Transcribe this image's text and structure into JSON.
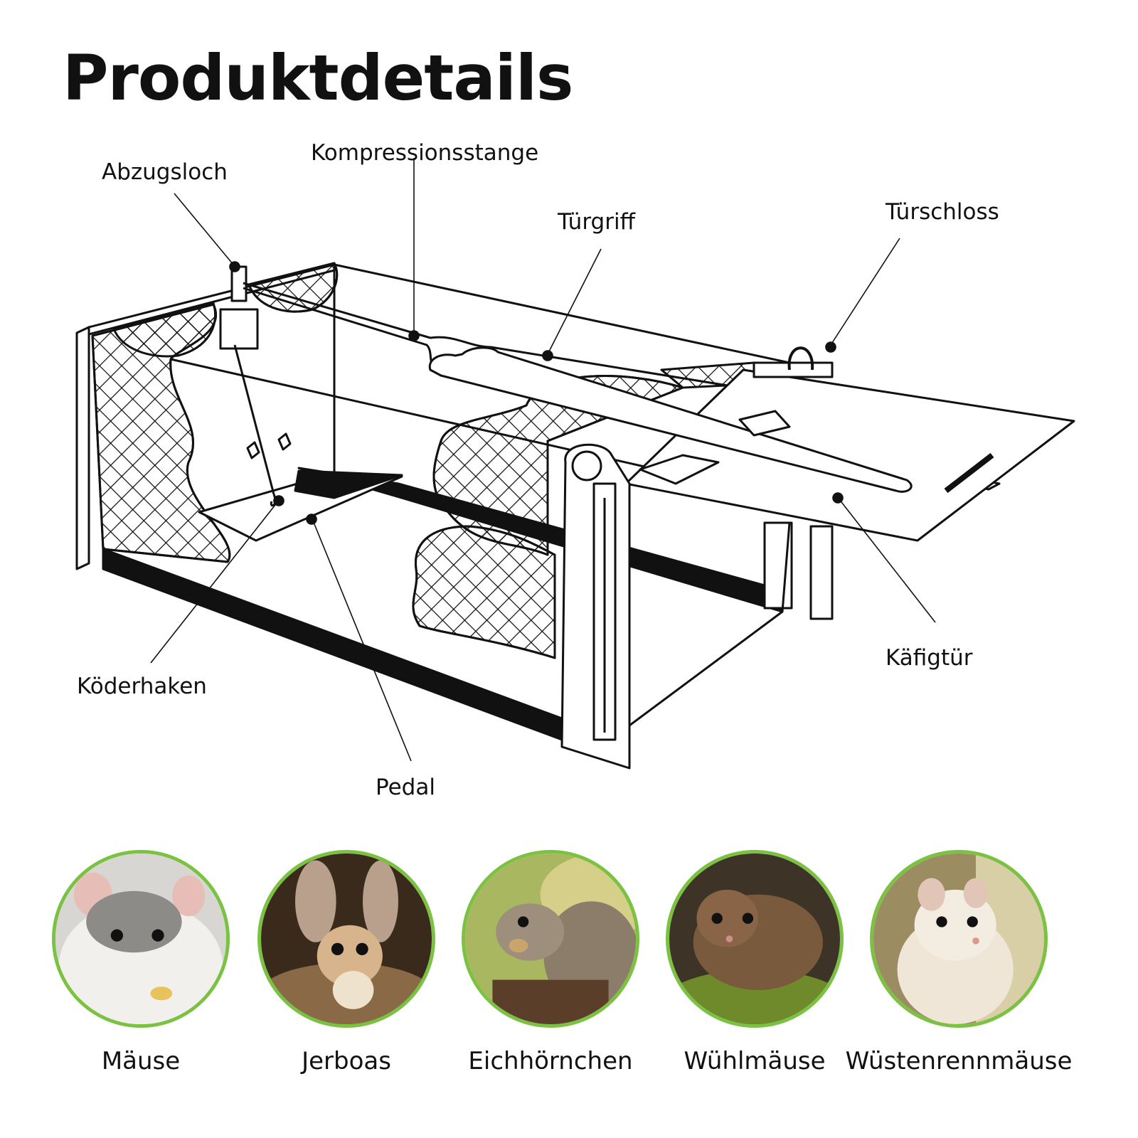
{
  "title": "Produktdetails",
  "labels": {
    "abzugsloch": "Abzugsloch",
    "kompressionsstange": "Kompressionsstange",
    "tuergriff": "Türgriff",
    "tuerschloss": "Türschloss",
    "kaefigtuer": "Käfigtür",
    "koederhaken": "Köderhaken",
    "pedal": "Pedal"
  },
  "animals": [
    {
      "name": "Mäuse",
      "photo": "white-rat-photo"
    },
    {
      "name": "Jerboas",
      "photo": "jerboa-photo"
    },
    {
      "name": "Eichhörnchen",
      "photo": "squirrel-photo"
    },
    {
      "name": "Wühlmäuse",
      "photo": "vole-photo"
    },
    {
      "name": "Wüstenrennmäuse",
      "photo": "gerbil-photo"
    }
  ],
  "colors": {
    "accent_ring": "#7cc242",
    "line": "#111111"
  }
}
